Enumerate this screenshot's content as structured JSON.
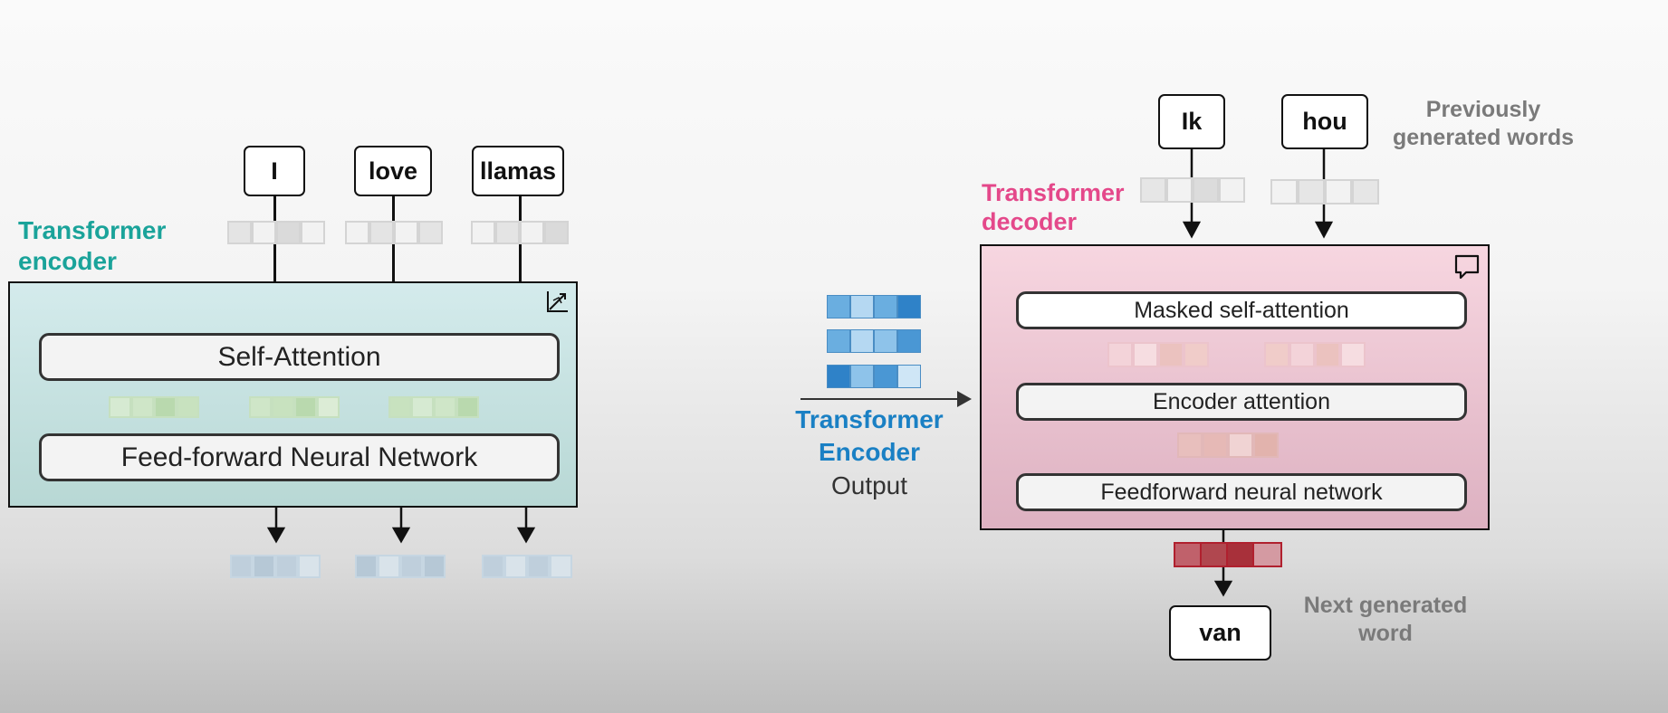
{
  "colors": {
    "encoder_title": "#1aa39a",
    "decoder_title": "#e4488a",
    "encoder_output_title": "#1a80c4",
    "caption_gray": "#7a7a7a"
  },
  "encoder": {
    "title_line1": "Transformer",
    "title_line2": "encoder",
    "inputs": [
      "I",
      "love",
      "llamas"
    ],
    "self_attention": "Self-Attention",
    "ffnn": "Feed-forward Neural Network",
    "icon": "expand-arrows-icon"
  },
  "middle": {
    "label_line1": "Transformer",
    "label_line2": "Encoder",
    "label_line3": "Output"
  },
  "decoder": {
    "title_line1": "Transformer",
    "title_line2": "decoder",
    "inputs": [
      "Ik",
      "hou"
    ],
    "masked_attention": "Masked self-attention",
    "encoder_attention": "Encoder attention",
    "ffnn": "Feedforward neural network",
    "output": "van",
    "icon": "speech-bubble-icon"
  },
  "captions": {
    "previous_line1": "Previously",
    "previous_line2": "generated words",
    "next_line1": "Next generated",
    "next_line2": "word"
  }
}
